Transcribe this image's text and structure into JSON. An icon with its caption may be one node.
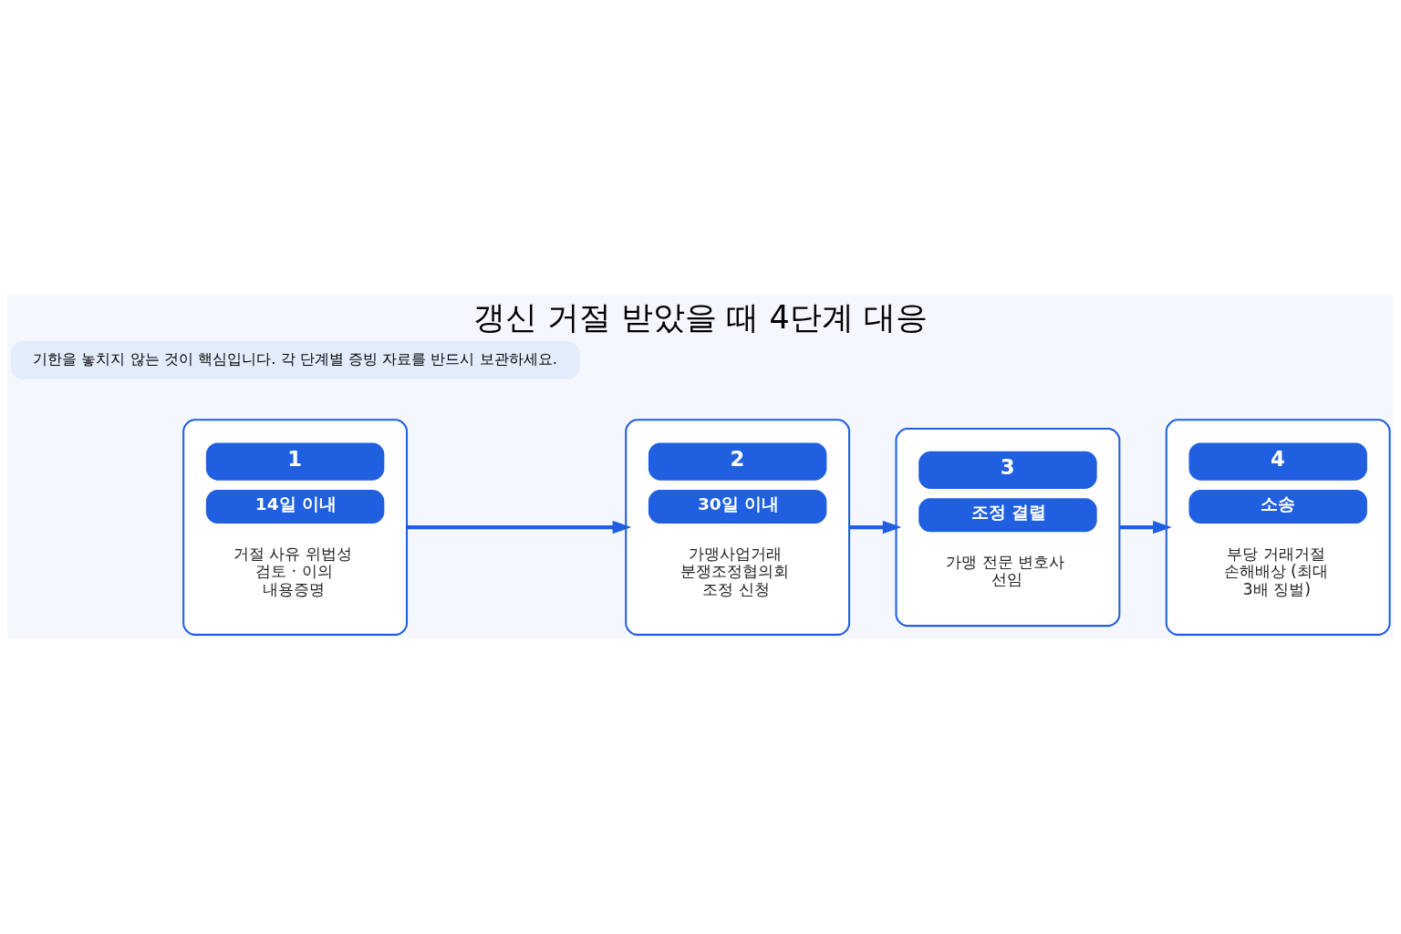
{
  "diagram": {
    "title": "갱신 거절 받았을 때 4단계 대응",
    "nodes": [
      {
        "text": [
          "1",
          "14일 이내",
          "거절 사유 위법성 검토 · 이의 내용증명"
        ]
      },
      {
        "text": [
          "2",
          "30일 이내",
          "가맹사업거래 분쟁조정협의회 조정 신청"
        ]
      },
      {
        "text": [
          "3",
          "조정 결렬",
          "가맹 전문 변호사 선임"
        ]
      },
      {
        "text": [
          "4",
          "소송",
          "부당 거래거절 손해배상 (최대 3배 징벌)"
        ]
      }
    ],
    "edges": [
      {
        "from": 0,
        "to": 1,
        "arrow": "to"
      },
      {
        "from": 1,
        "to": 2,
        "arrow": "to"
      },
      {
        "from": 2,
        "to": 3,
        "arrow": "to"
      }
    ],
    "labels": [
      "기한을 놓치지 않는 것이 핵심입니다. 각 단계별 증빙 자료를 반드시 보관하세요."
    ]
  }
}
